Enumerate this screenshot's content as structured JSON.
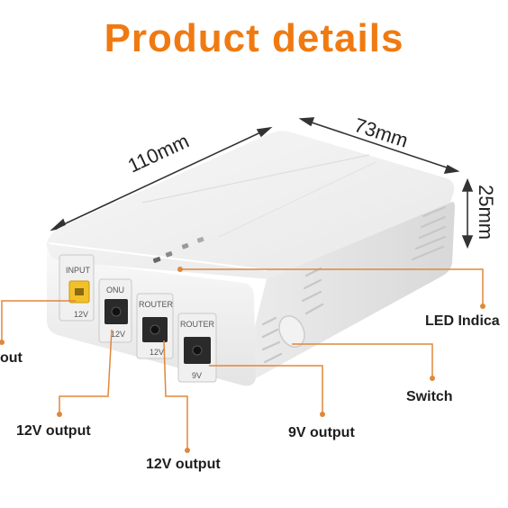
{
  "title": "Product details",
  "dimensions": {
    "length": "110mm",
    "width": "73mm",
    "height": "25mm"
  },
  "ports": {
    "input": {
      "label": "INPUT",
      "voltage": "12V"
    },
    "onu": {
      "label": "ONU",
      "voltage": "12V"
    },
    "router_12v": {
      "label": "ROUTER",
      "voltage": "12V"
    },
    "router_9v": {
      "label": "ROUTER",
      "voltage": "9V"
    }
  },
  "callouts": {
    "led": "LED Indica",
    "switch": "Switch",
    "input_partial": "out",
    "onu_output": "12V output",
    "router12_output": "12V output",
    "router9_output": "9V output"
  },
  "colors": {
    "accent": "#f07a12",
    "callout_line": "#e0873a",
    "input_port": "#f2c02a"
  }
}
